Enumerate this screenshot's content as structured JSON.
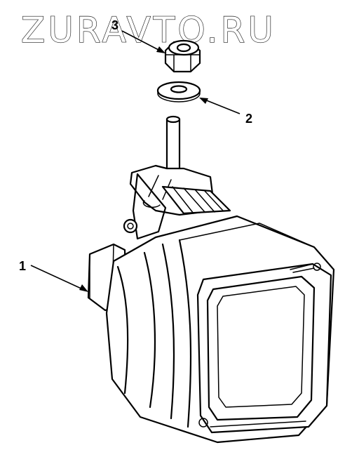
{
  "watermark": "ZURAVTO.RU",
  "callouts": [
    {
      "label": "1"
    },
    {
      "label": "2"
    },
    {
      "label": "3"
    }
  ],
  "colors": {
    "line": "#000000",
    "background": "#ffffff"
  }
}
